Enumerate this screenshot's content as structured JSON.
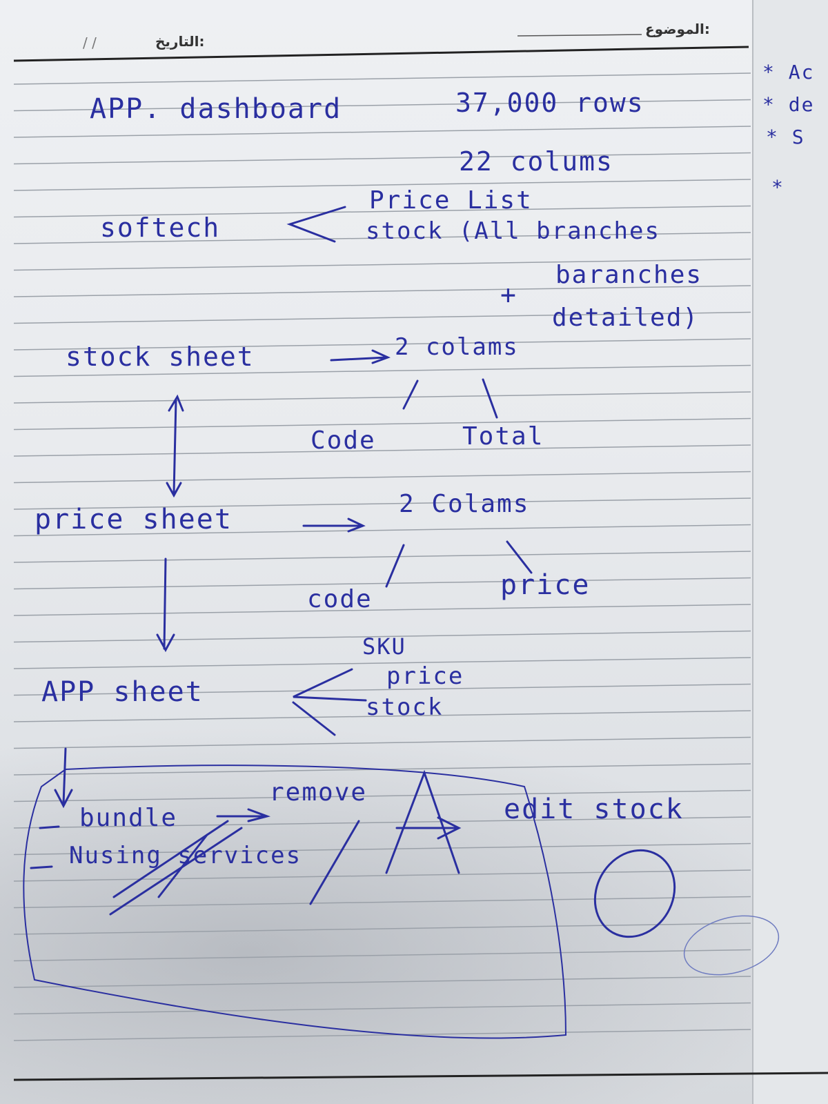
{
  "header": {
    "subject_label": "الموضوع:",
    "date_label": "التاريخ:",
    "date_slashes": "/   /"
  },
  "notes": {
    "title": "APP. dashboard",
    "rows": "37,000 rows",
    "columns": "22 colums",
    "softech": "softech",
    "price_list": "Price List",
    "stock_all": "stock (All branches",
    "plus": "+",
    "branches": "baranches",
    "detailed": "detailed)",
    "stock_sheet": "stock sheet",
    "stock_sheet_cols": "2 colams",
    "code_1": "Code",
    "total": "Total",
    "price_sheet": "price sheet",
    "price_sheet_cols": "2 Colams",
    "code_2": "code",
    "price": "price",
    "app_sheet": "APP sheet",
    "sku": "SKU",
    "app_price": "price",
    "app_stock": "stock",
    "bundle": "bundle",
    "remove": "remove",
    "nursing": "Nusing services",
    "edit_stock": "edit stock",
    "margin_lines": [
      "* Ac",
      "* de",
      "* S",
      "*"
    ]
  },
  "ink_color": "#2a2fa0"
}
